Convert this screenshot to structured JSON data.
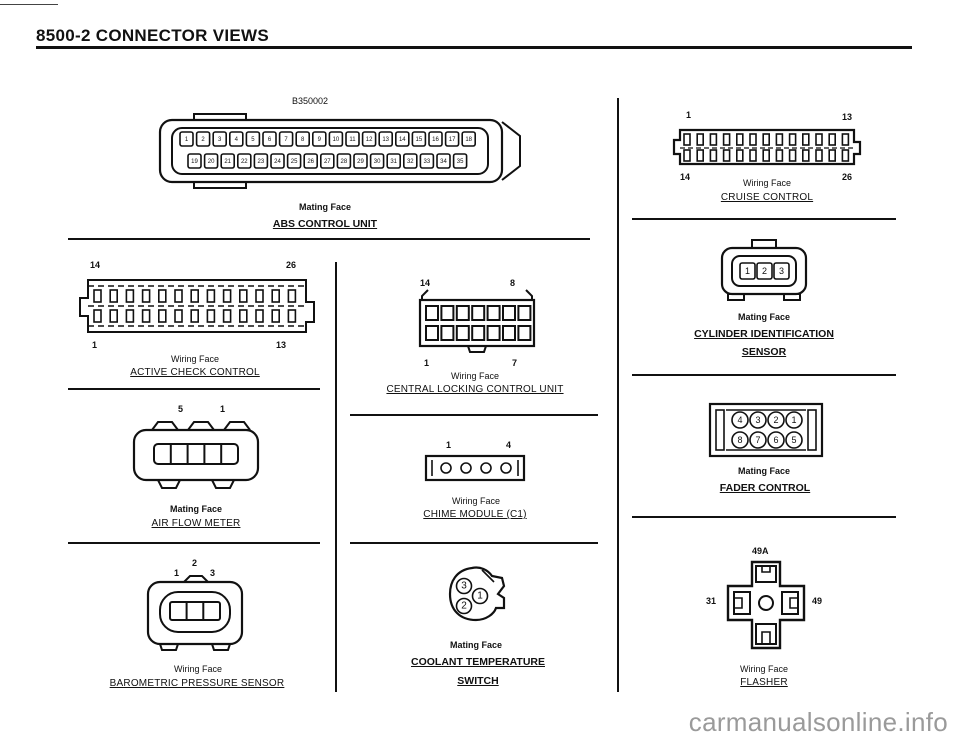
{
  "header": {
    "title": "8500-2   CONNECTOR VIEWS"
  },
  "watermark": "carmanualsonline.info",
  "abs": {
    "code": "B350002",
    "face": "Mating Face",
    "name": "ABS CONTROL UNIT",
    "top_pins": [
      "1",
      "2",
      "3",
      "4",
      "5",
      "6",
      "7",
      "8",
      "9",
      "10",
      "11",
      "12",
      "13",
      "14",
      "15",
      "16",
      "17",
      "18"
    ],
    "bottom_pins": [
      "19",
      "20",
      "21",
      "22",
      "23",
      "24",
      "25",
      "26",
      "27",
      "28",
      "29",
      "30",
      "31",
      "32",
      "33",
      "34",
      "35"
    ]
  },
  "active_check": {
    "pin_tl": "14",
    "pin_tr": "26",
    "pin_bl": "1",
    "pin_br": "13",
    "face": "Wiring Face",
    "name": "ACTIVE CHECK CONTROL"
  },
  "air_flow": {
    "pin_a": "5",
    "pin_b": "1",
    "face": "Mating Face",
    "name": "AIR FLOW METER"
  },
  "barometric": {
    "pin1": "1",
    "pin2": "2",
    "pin3": "3",
    "face": "Wiring Face",
    "name": "BAROMETRIC PRESSURE SENSOR"
  },
  "central_locking": {
    "pin_tl": "14",
    "pin_tr": "8",
    "pin_bl": "1",
    "pin_br": "7",
    "face": "Wiring Face",
    "name": "CENTRAL LOCKING CONTROL UNIT"
  },
  "chime": {
    "pin_a": "1",
    "pin_b": "4",
    "face": "Wiring Face",
    "name": "CHIME MODULE (C1)"
  },
  "coolant": {
    "pins": [
      "3",
      "1",
      "2"
    ],
    "face": "Mating Face",
    "name_line1": "COOLANT TEMPERATURE",
    "name_line2": "SWITCH"
  },
  "cruise": {
    "pin_tl": "1",
    "pin_tr": "13",
    "pin_bl": "14",
    "pin_br": "26",
    "face": "Wiring Face",
    "name": "CRUISE CONTROL"
  },
  "cylinder": {
    "pins": [
      "1",
      "2",
      "3"
    ],
    "face": "Mating Face",
    "name_line1": "CYLINDER IDENTIFICATION",
    "name_line2": "SENSOR"
  },
  "fader": {
    "top_pins": [
      "4",
      "3",
      "2",
      "1"
    ],
    "bottom_pins": [
      "8",
      "7",
      "6",
      "5"
    ],
    "face": "Mating Face",
    "name": "FADER CONTROL"
  },
  "flasher": {
    "pin_top": "49A",
    "pin_left": "31",
    "pin_right": "49",
    "face": "Wiring Face",
    "name": "FLASHER"
  }
}
